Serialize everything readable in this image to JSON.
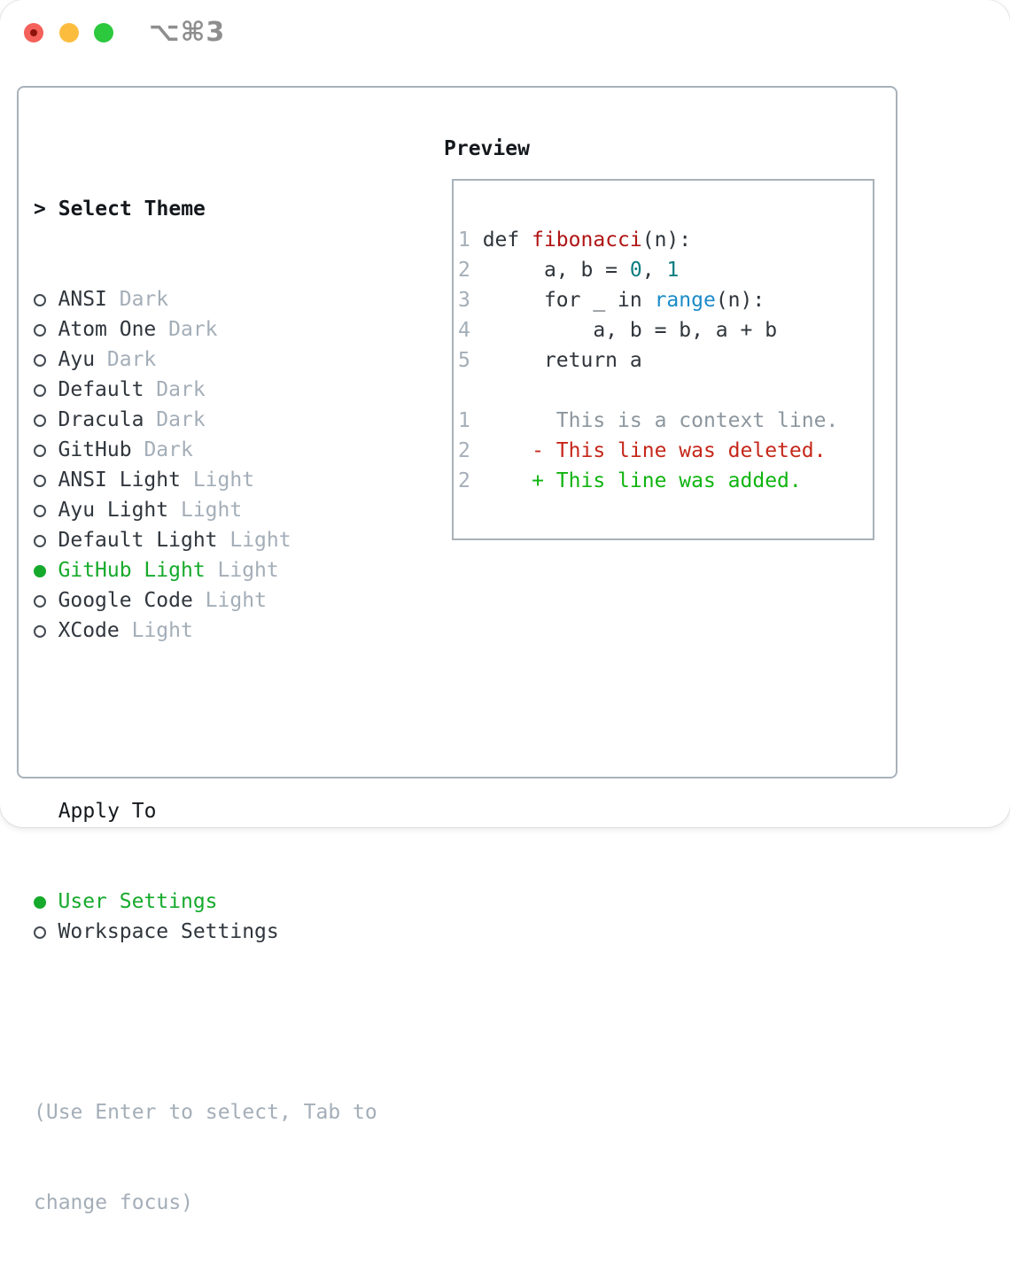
{
  "window": {
    "shortcut_label": "⌥⌘3",
    "traffic_lights": [
      "close",
      "minimize",
      "zoom"
    ]
  },
  "theme_picker": {
    "prompt": ">",
    "title": "Select Theme",
    "themes": [
      {
        "name": "ANSI",
        "variant": "Dark",
        "selected": false
      },
      {
        "name": "Atom One",
        "variant": "Dark",
        "selected": false
      },
      {
        "name": "Ayu",
        "variant": "Dark",
        "selected": false
      },
      {
        "name": "Default",
        "variant": "Dark",
        "selected": false
      },
      {
        "name": "Dracula",
        "variant": "Dark",
        "selected": false
      },
      {
        "name": "GitHub",
        "variant": "Dark",
        "selected": false
      },
      {
        "name": "ANSI Light",
        "variant": "Light",
        "selected": false
      },
      {
        "name": "Ayu Light",
        "variant": "Light",
        "selected": false
      },
      {
        "name": "Default Light",
        "variant": "Light",
        "selected": false
      },
      {
        "name": "GitHub Light",
        "variant": "Light",
        "selected": true
      },
      {
        "name": "Google Code",
        "variant": "Light",
        "selected": false
      },
      {
        "name": "XCode",
        "variant": "Light",
        "selected": false
      }
    ],
    "apply_to": {
      "title": "Apply To",
      "options": [
        {
          "name": "User Settings",
          "selected": true
        },
        {
          "name": "Workspace Settings",
          "selected": false
        }
      ]
    },
    "hint_lines": [
      "(Use Enter to select, Tab to",
      "change focus)"
    ]
  },
  "preview": {
    "title": "Preview",
    "code_lines": [
      {
        "num": "1",
        "segs": [
          {
            "t": " def ",
            "c": "fg"
          },
          {
            "t": "fibonacci",
            "c": "red"
          },
          {
            "t": "(n):",
            "c": "fg"
          }
        ]
      },
      {
        "num": "2",
        "segs": [
          {
            "t": "      a, b = ",
            "c": "fg"
          },
          {
            "t": "0",
            "c": "teal"
          },
          {
            "t": ", ",
            "c": "fg"
          },
          {
            "t": "1",
            "c": "teal"
          }
        ]
      },
      {
        "num": "3",
        "segs": [
          {
            "t": "      for _ in ",
            "c": "fg"
          },
          {
            "t": "range",
            "c": "blue"
          },
          {
            "t": "(n):",
            "c": "fg"
          }
        ]
      },
      {
        "num": "4",
        "segs": [
          {
            "t": "          a, b = b, a + b",
            "c": "fg"
          }
        ]
      },
      {
        "num": "5",
        "segs": [
          {
            "t": "      return a",
            "c": "fg"
          }
        ]
      },
      {
        "num": "",
        "segs": []
      },
      {
        "num": "1",
        "segs": [
          {
            "t": "       This is a context line.",
            "c": "ctx"
          }
        ]
      },
      {
        "num": "2",
        "segs": [
          {
            "t": "     - This line was deleted.",
            "c": "del"
          }
        ]
      },
      {
        "num": "2",
        "segs": [
          {
            "t": "     + This line was added.",
            "c": "add"
          }
        ]
      }
    ]
  },
  "colors": {
    "selection_green": "#16aa2c",
    "diff_added_green": "#10b410",
    "diff_deleted_red": "#c5271a",
    "function_red": "#b01414",
    "number_teal": "#0c7d80",
    "builtin_blue": "#1b8bc9",
    "muted_gray": "#a4aeb8",
    "text_dark": "#30363d",
    "border_gray": "#a9b2ba",
    "traffic_red": "#f4605a",
    "traffic_yellow": "#fcbd3f",
    "traffic_green": "#2cc83e"
  }
}
